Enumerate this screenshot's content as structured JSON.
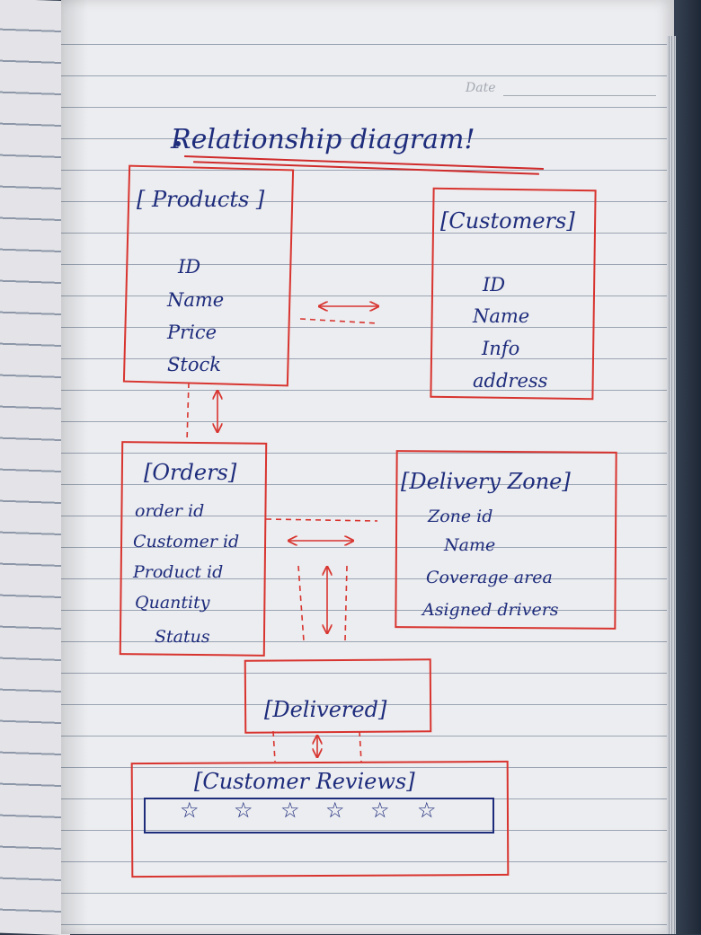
{
  "header": {
    "date_label": "Date"
  },
  "title": "Relationship diagram!",
  "entities": {
    "products": {
      "name": "[ Products ]",
      "fields": [
        "ID",
        "Name",
        "Price",
        "Stock"
      ]
    },
    "customers": {
      "name": "[Customers]",
      "fields": [
        "ID",
        "Name",
        "Info",
        "address"
      ]
    },
    "orders": {
      "name": "[Orders]",
      "fields": [
        "order id",
        "Customer id",
        "Product id",
        "Quantity",
        "Status"
      ]
    },
    "delivery_zone": {
      "name": "[Delivery Zone]",
      "fields": [
        "Zone id",
        "Name",
        "Coverage area",
        "Asigned drivers"
      ]
    },
    "delivered": {
      "name": "[Delivered]"
    },
    "customer_reviews": {
      "name": "[Customer Reviews]",
      "stars": [
        "☆",
        "☆",
        "☆",
        "☆",
        "☆",
        "☆"
      ],
      "rating": 6
    }
  },
  "colors": {
    "ink": "#1e2c7c",
    "red_ink": "#d8342f"
  }
}
